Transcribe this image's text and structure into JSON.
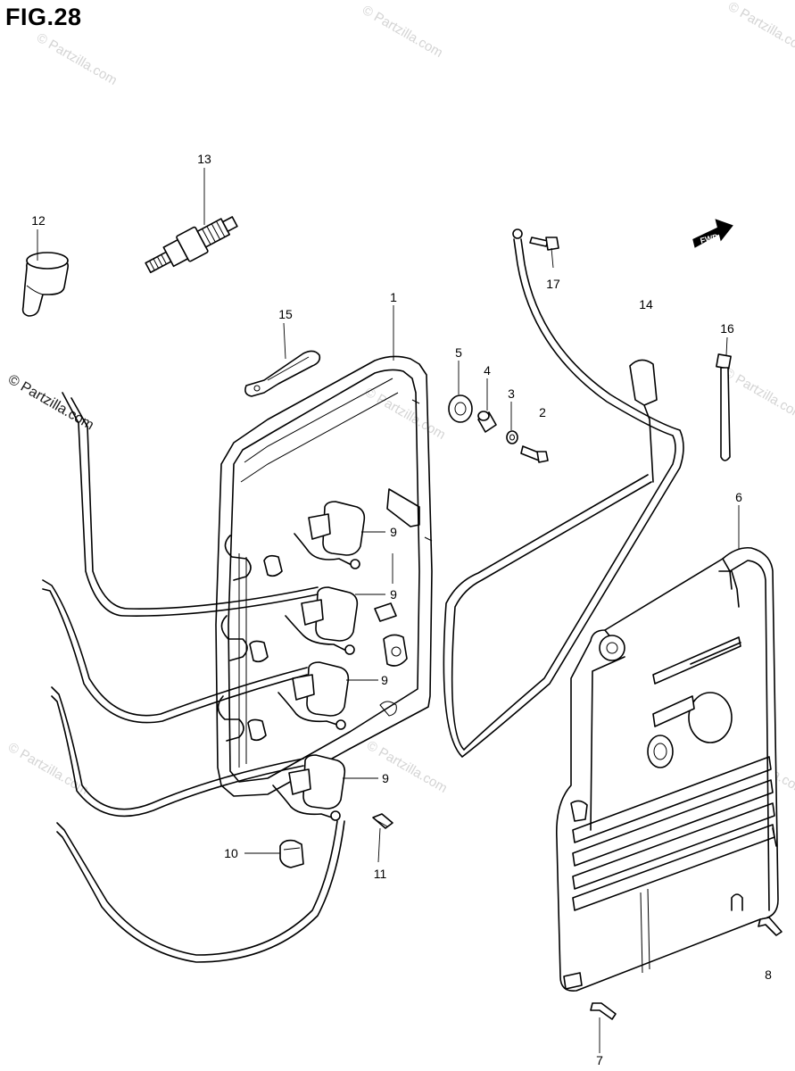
{
  "figure": {
    "title": "FIG.28"
  },
  "watermark": {
    "text": "© Partzilla.com"
  },
  "fwd_label": "FWD",
  "callouts": {
    "c1": "1",
    "c2": "2",
    "c3": "3",
    "c4": "4",
    "c5": "5",
    "c6": "6",
    "c7": "7",
    "c8": "8",
    "c9a": "9",
    "c9b": "9",
    "c9c": "9",
    "c9d": "9",
    "c10": "10",
    "c11": "11",
    "c12": "12",
    "c13": "13",
    "c14": "14",
    "c15": "15",
    "c16": "16",
    "c17": "17"
  }
}
